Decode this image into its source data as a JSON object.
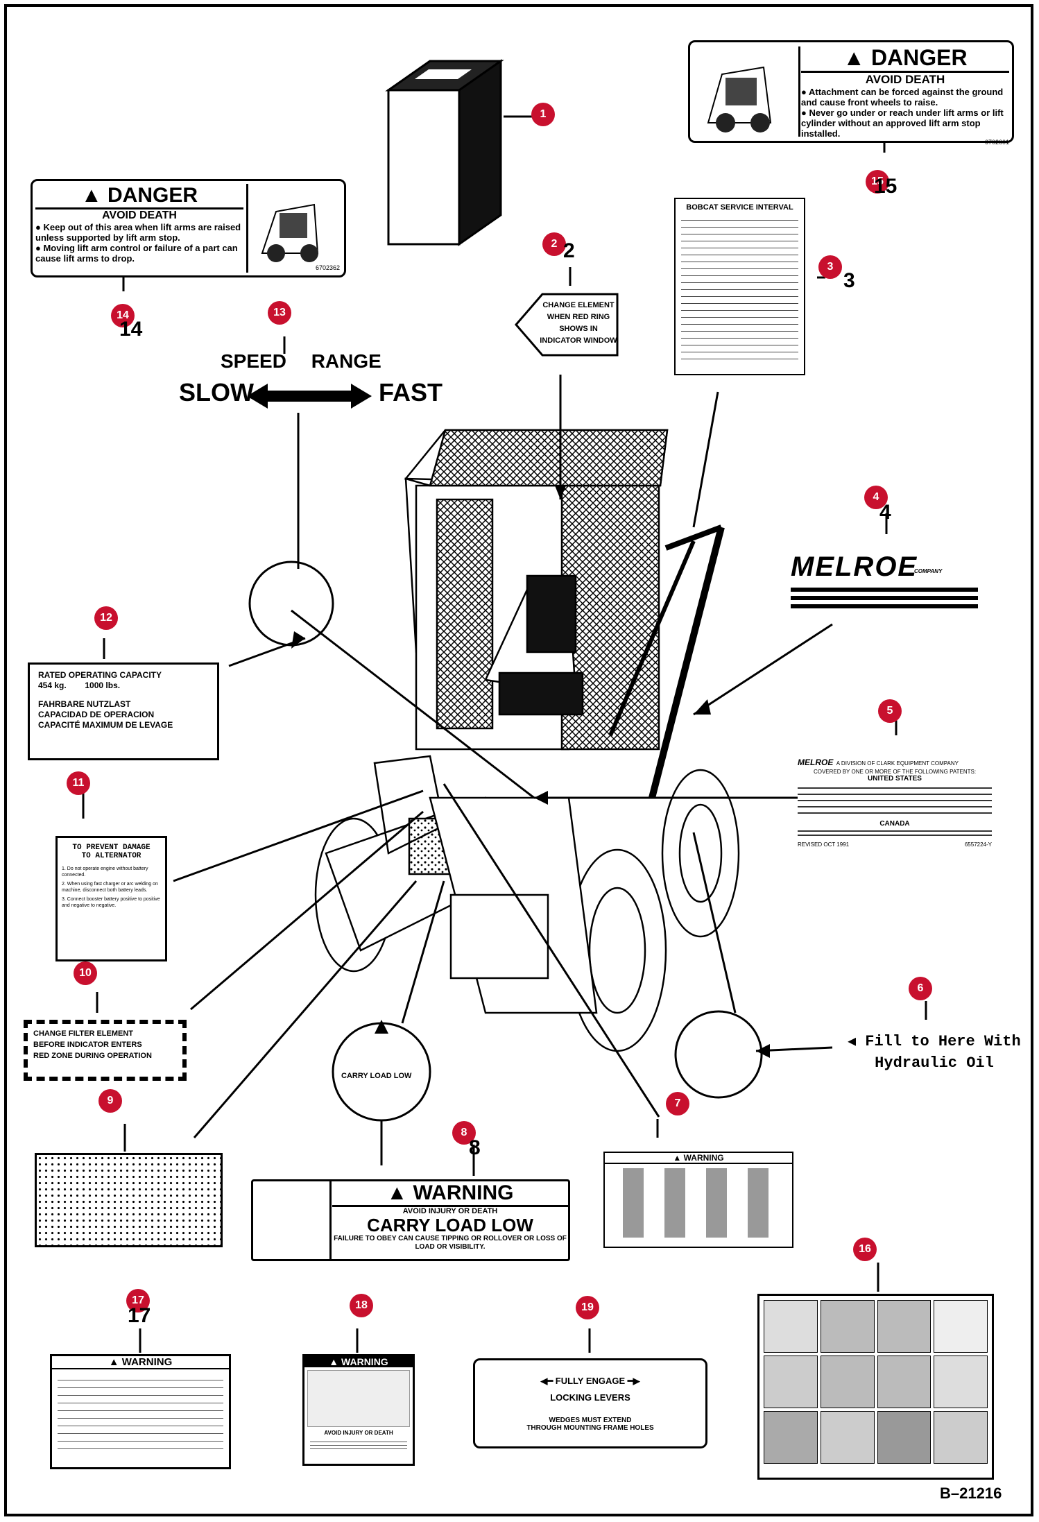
{
  "figure_id": "B–21216",
  "callouts": [
    "1",
    "2",
    "3",
    "4",
    "5",
    "6",
    "7",
    "8",
    "9",
    "10",
    "11",
    "12",
    "13",
    "14",
    "15",
    "16",
    "17",
    "18",
    "19"
  ],
  "decal15": {
    "header": "DANGER",
    "subheader": "AVOID DEATH",
    "bullet1": "Attachment can be forced against the ground and cause front wheels to raise.",
    "bullet2": "Never go under or reach under lift arms or lift cylinder without an approved lift arm stop installed.",
    "part": "6702601"
  },
  "decal14": {
    "header": "DANGER",
    "subheader": "AVOID DEATH",
    "bullet1": "Keep out of this area when lift arms are raised unless supported by lift arm stop.",
    "bullet2": "Moving lift arm control or failure of a part can cause lift arms to drop.",
    "part": "6702362"
  },
  "decal2": {
    "line1": "CHANGE ELEMENT",
    "line2": "WHEN RED RING",
    "line3": "SHOWS IN",
    "line4": "INDICATOR WINDOW"
  },
  "decal3": {
    "title": "BOBCAT SERVICE INTERVAL"
  },
  "decal13": {
    "title": "SPEED RANGE",
    "slow": "SLOW",
    "fast": "FAST"
  },
  "decal4": {
    "brand": "MELROE",
    "suffix": "COMPANY"
  },
  "decal12": {
    "line1": "RATED OPERATING CAPACITY",
    "kg": "454 kg.",
    "lbs": "1000 lbs.",
    "line2": "FAHRBARE NUTZLAST",
    "line3": "CAPACIDAD DE OPERACION",
    "line4": "CAPACITÉ MAXIMUM DE LEVAGE"
  },
  "decal5": {
    "brand": "MELROE",
    "line1": "A DIVISION OF CLARK EQUIPMENT COMPANY",
    "line2": "COVERED BY ONE OR MORE OF THE FOLLOWING PATENTS:",
    "country1": "UNITED STATES",
    "country2": "CANADA",
    "revised": "REVISED OCT 1991",
    "part": "6557224-Y"
  },
  "decal11": {
    "line1": "TO PREVENT DAMAGE",
    "line2": "TO ALTERNATOR",
    "item1": "Do not operate engine without battery connected.",
    "item2": "When using fast charger or arc welding on machine, disconnect both battery leads.",
    "item3": "Connect booster battery positive to positive and negative to negative."
  },
  "decal10": {
    "line1": "CHANGE FILTER ELEMENT",
    "line2": "BEFORE INDICATOR ENTERS",
    "line3": "RED ZONE DURING OPERATION"
  },
  "decal6": {
    "line1": "Fill to Here With",
    "line2": "Hydraulic Oil"
  },
  "decal8": {
    "header": "WARNING",
    "subheader": "AVOID INJURY OR DEATH",
    "main": "CARRY LOAD LOW",
    "footer": "FAILURE TO OBEY CAN CAUSE TIPPING OR ROLLOVER OR LOSS OF LOAD OR VISIBILITY.",
    "inset": "CARRY LOAD LOW"
  },
  "decal7": {
    "header": "WARNING"
  },
  "decal17": {
    "header": "WARNING"
  },
  "decal18": {
    "header": "WARNING",
    "subheader": "AVOID INJURY OR DEATH"
  },
  "decal19": {
    "line1": "FULLY ENGAGE",
    "line2": "LOCKING LEVERS",
    "line3": "WEDGES MUST EXTEND",
    "line4": "THROUGH MOUNTING FRAME HOLES"
  },
  "colors": {
    "badge": "#c8102e",
    "ink": "#000000"
  }
}
